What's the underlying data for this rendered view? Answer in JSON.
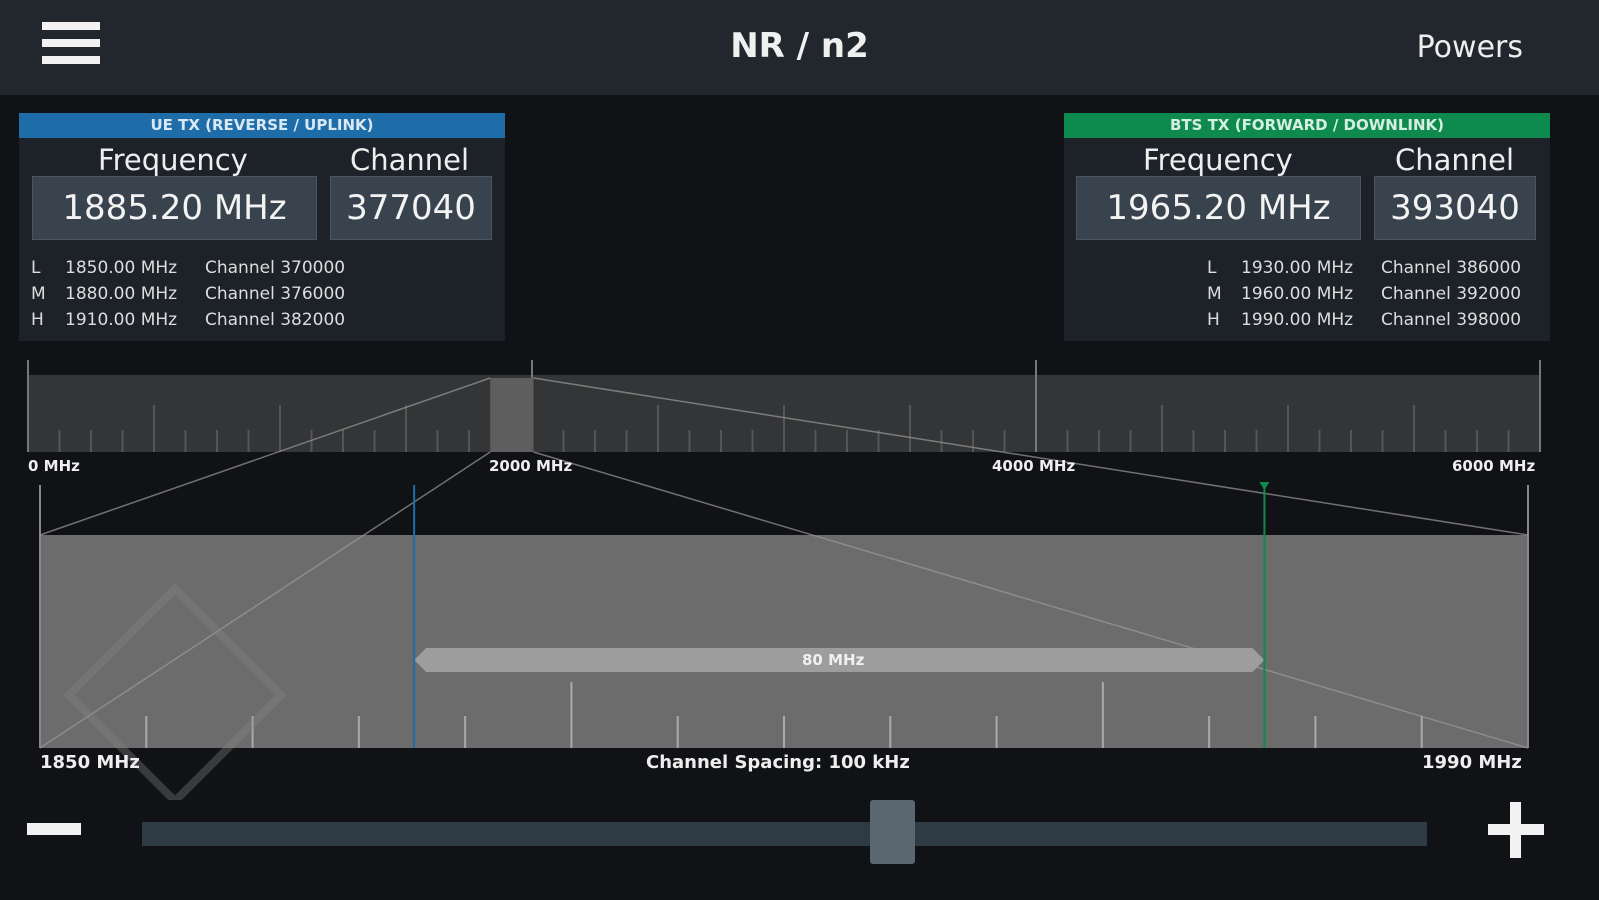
{
  "header": {
    "title": "NR / n2",
    "right_button": "Powers",
    "menu_icon": "hamburger-icon"
  },
  "uplink": {
    "heading": "UE TX (REVERSE / UPLINK)",
    "color": "#1f6da8",
    "freq_label": "Frequency",
    "chan_label": "Channel",
    "frequency": "1885.20 MHz",
    "channel": "377040",
    "rows": [
      {
        "k": "L",
        "f": "1850.00 MHz",
        "c": "Channel 370000"
      },
      {
        "k": "M",
        "f": "1880.00 MHz",
        "c": "Channel 376000"
      },
      {
        "k": "H",
        "f": "1910.00 MHz",
        "c": "Channel 382000"
      }
    ]
  },
  "downlink": {
    "heading": "BTS TX (FORWARD / DOWNLINK)",
    "color": "#0f8a4e",
    "freq_label": "Frequency",
    "chan_label": "Channel",
    "frequency": "1965.20 MHz",
    "channel": "393040",
    "rows": [
      {
        "k": "L",
        "f": "1930.00 MHz",
        "c": "Channel 386000"
      },
      {
        "k": "M",
        "f": "1960.00 MHz",
        "c": "Channel 392000"
      },
      {
        "k": "H",
        "f": "1990.00 MHz",
        "c": "Channel 398000"
      }
    ]
  },
  "overview": {
    "labels": [
      "0 MHz",
      "2000 MHz",
      "4000 MHz",
      "6000 MHz"
    ],
    "range_mhz": [
      0,
      6000
    ],
    "window_mhz": [
      1850,
      1990
    ]
  },
  "detail": {
    "start_label": "1850 MHz",
    "end_label": "1990 MHz",
    "spacing": "Channel Spacing: 100 kHz",
    "range_mhz": [
      1850,
      1990
    ],
    "uplink_mhz": 1885.2,
    "downlink_mhz": 1965.2,
    "span_label": "80 MHz"
  },
  "zoom": {
    "level": 0.57
  }
}
